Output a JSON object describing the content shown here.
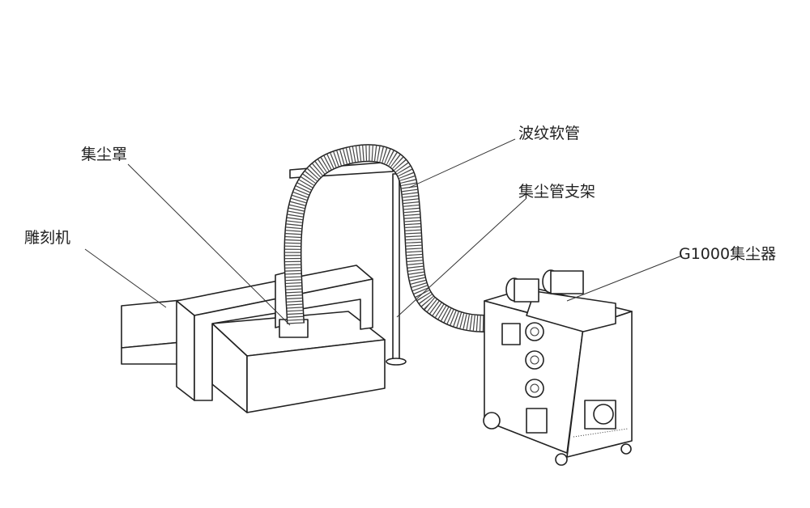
{
  "labels": {
    "dust_hood": "集尘罩",
    "engraving_machine": "雕刻机",
    "corrugated_hose": "波纹软管",
    "duct_support": "集尘管支架",
    "collector": "G1000集尘器"
  }
}
